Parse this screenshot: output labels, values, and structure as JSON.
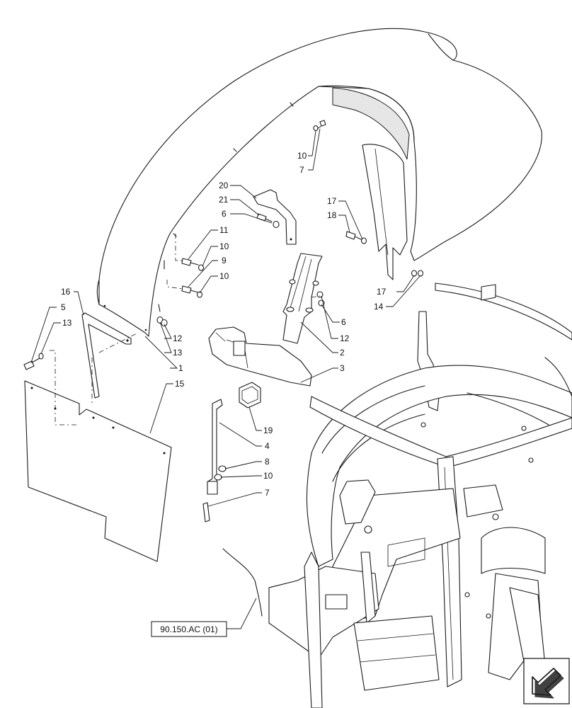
{
  "diagram": {
    "reference_label": "90.150.AC (01)",
    "nav_icon": "arrow-out-icon",
    "callouts": [
      {
        "id": "c-10a",
        "text": "10"
      },
      {
        "id": "c-7a",
        "text": "7"
      },
      {
        "id": "c-20",
        "text": "20"
      },
      {
        "id": "c-21",
        "text": "21"
      },
      {
        "id": "c-6a",
        "text": "6"
      },
      {
        "id": "c-17a",
        "text": "17"
      },
      {
        "id": "c-18",
        "text": "18"
      },
      {
        "id": "c-11",
        "text": "11"
      },
      {
        "id": "c-10b",
        "text": "10"
      },
      {
        "id": "c-9",
        "text": "9"
      },
      {
        "id": "c-10c",
        "text": "10"
      },
      {
        "id": "c-17b",
        "text": "17"
      },
      {
        "id": "c-14",
        "text": "14"
      },
      {
        "id": "c-16",
        "text": "16"
      },
      {
        "id": "c-5",
        "text": "5"
      },
      {
        "id": "c-13a",
        "text": "13"
      },
      {
        "id": "c-6b",
        "text": "6"
      },
      {
        "id": "c-12a",
        "text": "12"
      },
      {
        "id": "c-12b",
        "text": "12"
      },
      {
        "id": "c-13b",
        "text": "13"
      },
      {
        "id": "c-2",
        "text": "2"
      },
      {
        "id": "c-1",
        "text": "1"
      },
      {
        "id": "c-3",
        "text": "3"
      },
      {
        "id": "c-15",
        "text": "15"
      },
      {
        "id": "c-19",
        "text": "19"
      },
      {
        "id": "c-4",
        "text": "4"
      },
      {
        "id": "c-8",
        "text": "8"
      },
      {
        "id": "c-10d",
        "text": "10"
      },
      {
        "id": "c-7b",
        "text": "7"
      }
    ]
  }
}
